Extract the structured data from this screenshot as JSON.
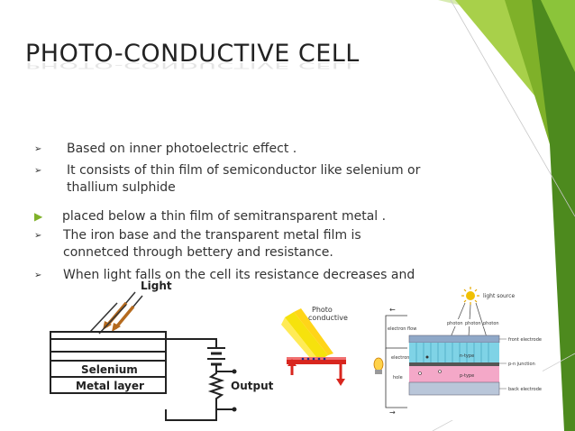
{
  "slide": {
    "title": "PHOTO-CONDUCTIVE CELL",
    "bullets": [
      {
        "marker": "arrowhead",
        "lines": [
          "Based on inner  photoelectric effect ."
        ]
      },
      {
        "marker": "arrowhead",
        "lines": [
          "It consists of thin film of semiconductor like selenium or",
          "thallium sulphide"
        ]
      },
      {
        "marker": "solid-triangle",
        "lines": [
          "placed below a thin film of semitransparent metal ."
        ]
      },
      {
        "marker": "arrowhead",
        "lines": [
          "The iron base and the transparent metal film is",
          "connetced through bettery and resistance."
        ]
      },
      {
        "marker": "arrowhead",
        "lines": [
          "When light falls on the cell its resistance decreases and"
        ]
      }
    ]
  },
  "diagram_left": {
    "light_label": "Light",
    "layer_top_label": "Selenium",
    "layer_bottom_label": "Metal layer",
    "output_label": "Output"
  },
  "diagram_middle": {
    "label_line1": "Photo",
    "label_line2": "conductive"
  },
  "diagram_right": {
    "light_source_label": "light source",
    "photon_labels": [
      "photon",
      "photon",
      "photon"
    ],
    "electron_flow_label": "electron flow",
    "electron_label": "electron",
    "hole_label": "hole",
    "n_type_label": "n-type",
    "p_type_label": "p-type",
    "front_electrode_label": "front electrode",
    "pn_junction_label": "p-n junction",
    "back_electrode_label": "back electrode"
  },
  "colors": {
    "accent_green": "#7fb129",
    "dark_green": "#4d8a1e",
    "light_green": "#a8d04a",
    "title_text": "#222222",
    "body_text": "#333333"
  }
}
